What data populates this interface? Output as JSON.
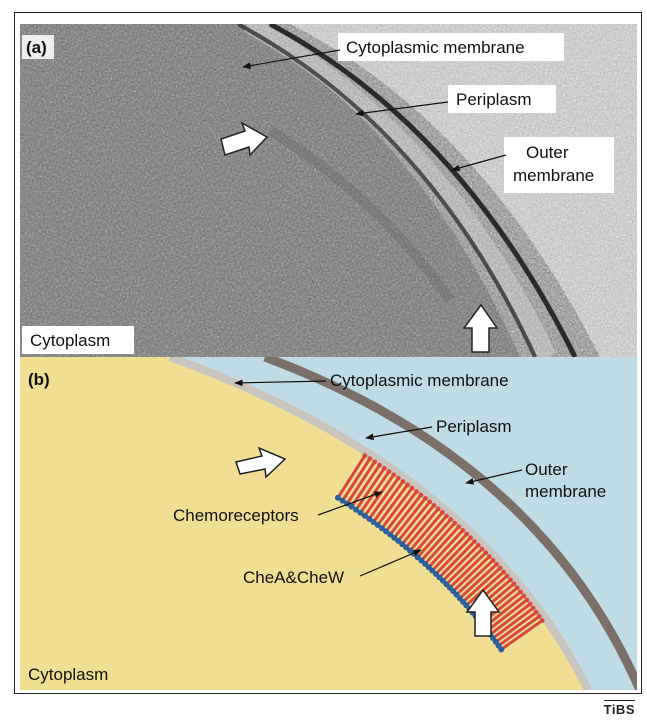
{
  "panel_a": {
    "label": "(a)",
    "cytoplasmic_membrane": "Cytoplasmic membrane",
    "periplasm": "Periplasm",
    "outer_membrane_line1": "Outer",
    "outer_membrane_line2": "membrane",
    "cytoplasm": "Cytoplasm"
  },
  "panel_b": {
    "label": "(b)",
    "cytoplasmic_membrane": "Cytoplasmic membrane",
    "periplasm": "Periplasm",
    "outer_membrane_line1": "Outer",
    "outer_membrane_line2": "membrane",
    "chemoreceptors": "Chemoreceptors",
    "chea_chew": "CheA&CheW",
    "cytoplasm": "Cytoplasm"
  },
  "journal": "TiBS",
  "colors": {
    "cytoplasm": "#f0df93",
    "periplasm": "#bedbe6",
    "outer_membrane": "#7b6f69",
    "cytoplasmic_membrane": "#c9c4be",
    "receptor": "#d8483f",
    "kinase": "#2d5f9a"
  }
}
